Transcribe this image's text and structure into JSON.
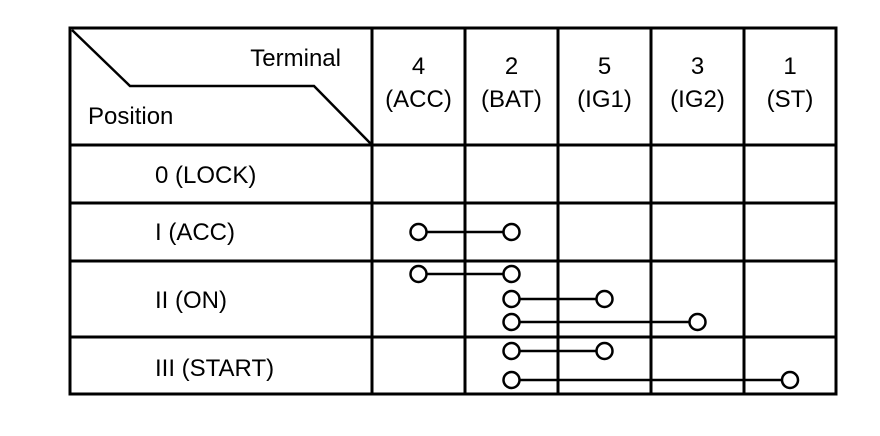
{
  "header": {
    "terminal_label": "Terminal",
    "position_label": "Position"
  },
  "terminals": [
    {
      "number": "4",
      "name": "(ACC)"
    },
    {
      "number": "2",
      "name": "(BAT)"
    },
    {
      "number": "5",
      "name": "(IG1)"
    },
    {
      "number": "3",
      "name": "(IG2)"
    },
    {
      "number": "1",
      "name": "(ST)"
    }
  ],
  "positions": [
    {
      "label": "0 (LOCK)",
      "connections": []
    },
    {
      "label": "I (ACC)",
      "connections": [
        {
          "from": 0,
          "to": 1
        }
      ]
    },
    {
      "label": "II (ON)",
      "connections": [
        {
          "from": 0,
          "to": 1
        },
        {
          "from": 1,
          "to": 2
        },
        {
          "from": 1,
          "to": 3
        }
      ]
    },
    {
      "label": "III (START)",
      "connections": [
        {
          "from": 1,
          "to": 2
        },
        {
          "from": 1,
          "to": 4
        }
      ]
    }
  ],
  "colors": {
    "line": "#000000",
    "background": "#ffffff"
  }
}
